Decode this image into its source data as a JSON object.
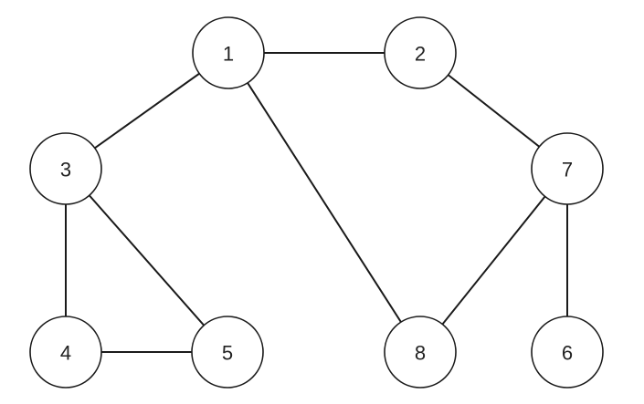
{
  "graph": {
    "nodes": [
      {
        "id": "1",
        "label": "1"
      },
      {
        "id": "2",
        "label": "2"
      },
      {
        "id": "3",
        "label": "3"
      },
      {
        "id": "4",
        "label": "4"
      },
      {
        "id": "5",
        "label": "5"
      },
      {
        "id": "6",
        "label": "6"
      },
      {
        "id": "7",
        "label": "7"
      },
      {
        "id": "8",
        "label": "8"
      }
    ],
    "edges": [
      [
        "1",
        "2"
      ],
      [
        "1",
        "3"
      ],
      [
        "1",
        "8"
      ],
      [
        "2",
        "7"
      ],
      [
        "3",
        "4"
      ],
      [
        "3",
        "5"
      ],
      [
        "4",
        "5"
      ],
      [
        "7",
        "8"
      ],
      [
        "7",
        "6"
      ]
    ]
  },
  "colors": {
    "stroke": "#1a1a1a",
    "node_fill": "#ffffff",
    "label": "#222222",
    "background": "#ffffff"
  }
}
